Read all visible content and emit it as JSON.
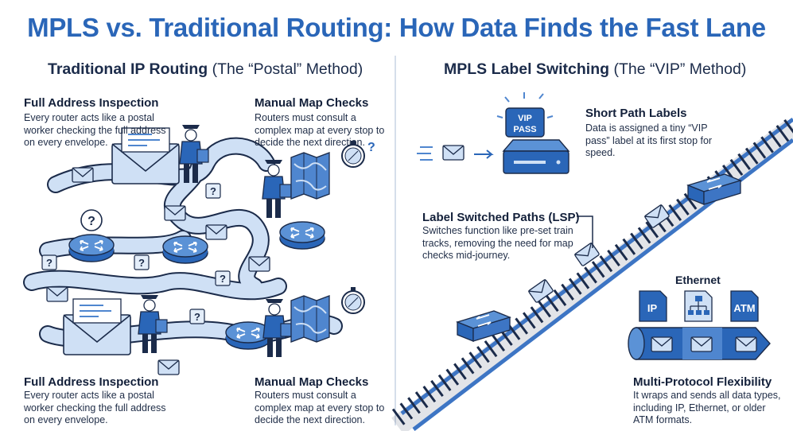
{
  "title": "MPLS vs. Traditional Routing: How Data Finds the Fast Lane",
  "left": {
    "heading_bold": "Traditional IP Routing",
    "heading_rest": " (The “Postal” Method)",
    "callouts": [
      {
        "title": "Full Address Inspection",
        "body": "Every router acts like a postal worker checking the full address on every envelope."
      },
      {
        "title": "Manual Map Checks",
        "body": "Routers must consult a complex map at every stop to decide the next direction."
      },
      {
        "title": "Full Address Inspection",
        "body": "Every router acts like a postal worker checking the full address on every envelope."
      },
      {
        "title": "Manual Map Checks",
        "body": "Routers must consult a complex map at every stop to decide the next direction."
      }
    ]
  },
  "right": {
    "heading_bold": "MPLS Label Switching",
    "heading_rest": " (The “VIP” Method)",
    "vip_label": [
      "VIP",
      "PASS"
    ],
    "callouts": [
      {
        "title": "Short Path Labels",
        "body": "Data is assigned a tiny “VIP pass” label at its first stop for speed."
      },
      {
        "title": "Label Switched Paths (LSP)",
        "body": "Switches function like pre-set train tracks, removing the need for map checks mid-journey."
      },
      {
        "title": "Multi-Protocol Flexibility",
        "body": "It wraps and sends all data types, including IP, Ethernet, or older ATM formats."
      }
    ],
    "protocols": {
      "ethernet": "Ethernet",
      "ip": "IP",
      "atm": "ATM"
    }
  },
  "colors": {
    "primary": "#2a66b8",
    "light": "#cfe0f5",
    "mid": "#4f86cf",
    "dark": "#1b2b4a"
  },
  "icons": [
    "envelope-icon",
    "postal-worker-icon",
    "router-icon",
    "question-mark-icon",
    "map-icon",
    "compass-icon",
    "vip-pass-icon",
    "label-switch-router-icon",
    "train-track-icon",
    "tunnel-icon",
    "network-icon"
  ]
}
